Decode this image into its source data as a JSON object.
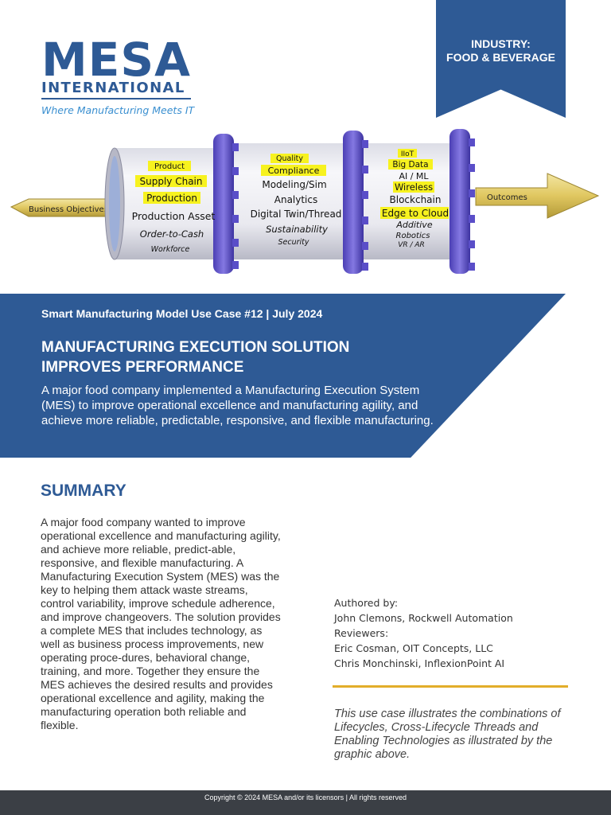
{
  "logo": {
    "name": "MESA",
    "sub": "INTERNATIONAL",
    "tagline": "Where Manufacturing Meets IT"
  },
  "industry": {
    "line1": "INDUSTRY:",
    "line2": "FOOD & BEVERAGE"
  },
  "model": {
    "input_label": "Business Objectives",
    "output_label": "Outcomes",
    "cylinder1": [
      "Product",
      "Supply Chain",
      "Production",
      "Production Asset",
      "Order-to-Cash",
      "Workforce"
    ],
    "cylinder2": [
      "Quality",
      "Compliance",
      "Modeling/Sim",
      "Analytics",
      "Digital Twin/Thread",
      "Sustainability",
      "Security"
    ],
    "cylinder3": [
      "IIoT",
      "Big Data",
      "AI / ML",
      "Wireless",
      "Blockchain",
      "Edge to Cloud",
      "Additive",
      "Robotics",
      "VR / AR"
    ],
    "highlight_color": "#f7f21f"
  },
  "banner": {
    "subtitle": "Smart Manufacturing Model Use Case #12  |  July 2024",
    "title_line1": "MANUFACTURING EXECUTION SOLUTION",
    "title_line2": "IMPROVES PERFORMANCE",
    "description": "A major food company implemented a Manufacturing Execution System (MES) to improve operational excellence and manufacturing agility, and achieve more reliable, predictable, responsive, and flexible manufacturing."
  },
  "summary": {
    "heading": "SUMMARY",
    "body": "A major food company wanted to improve operational excellence and manufacturing agility, and achieve more reliable, predict-able, responsive, and flexible manufacturing. A Manufacturing Execution System (MES) was the key to helping them attack waste streams, control variability, improve schedule adherence, and improve changeovers. The solution provides a complete MES that includes technology, as well as business process improvements, new operating proce-dures, behavioral change, training, and more. Together they ensure the MES achieves the desired results and provides operational excellence and agility, making the manufacturing operation both reliable and flexible."
  },
  "authors": {
    "authored_label": "Authored by:",
    "author": "John Clemons, Rockwell Automation",
    "reviewers_label": "Reviewers:",
    "reviewer1": "Eric Cosman, OIT Concepts, LLC",
    "reviewer2": "Chris Monchinski, InflexionPoint AI"
  },
  "note": "This use case illustrates the combinations of Lifecycles, Cross-Lifecycle Threads and Enabling Technologies as illustrated by the graphic above.",
  "footer": "Copyright © 2024 MESA and/or its licensors | All rights reserved",
  "colors": {
    "brand_blue": "#2e5a95",
    "accent_gold": "#e2ad2a",
    "footer_bg": "#3b3f45"
  }
}
